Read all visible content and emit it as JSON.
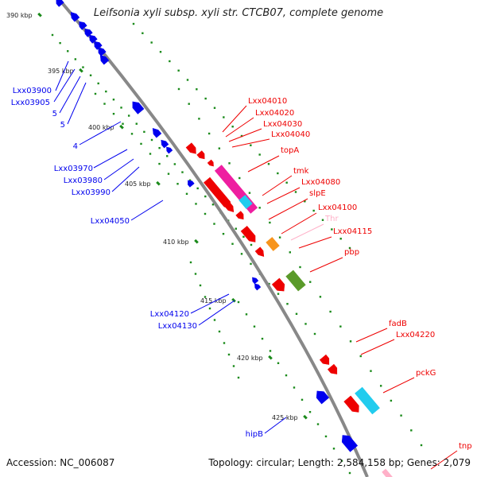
{
  "title": "Leifsonia xyli subsp. xyli str. CTCB07, complete genome",
  "footer": {
    "accession": "Accession: NC_006087",
    "topology": "Topology: circular; Length: 2,584,158 bp; Genes: 2,079"
  },
  "colors": {
    "backbone": "#888888",
    "tick_label": "#222222",
    "dots": "#1a8a1a",
    "reverse_gene": "#0000ee",
    "forward_gene": "#ee0000",
    "magenta": "#ee1ea0",
    "cyan": "#22ccee",
    "orange": "#f7941d",
    "olive": "#5a9a2a",
    "pink": "#ffb0c8"
  },
  "ticks": [
    "390 kbp",
    "395 kbp",
    "400 kbp",
    "405 kbp",
    "410 kbp",
    "415 kbp",
    "420 kbp",
    "425 kbp"
  ],
  "labels_left": [
    "Lxx03900",
    "Lxx03905",
    "5",
    "5",
    "4",
    "Lxx03970",
    "Lxx03980",
    "Lxx03990",
    "Lxx04050",
    "Lxx04120",
    "Lxx04130",
    "hipB"
  ],
  "labels_right": [
    "Lxx04010",
    "Lxx04020",
    "Lxx04030",
    "Lxx04040",
    "topA",
    "tmk",
    "Lxx04080",
    "slpE",
    "Lxx04100",
    "Thr",
    "Lxx04115",
    "pbp",
    "fadB",
    "Lxx04220",
    "pckG",
    "tnp"
  ]
}
